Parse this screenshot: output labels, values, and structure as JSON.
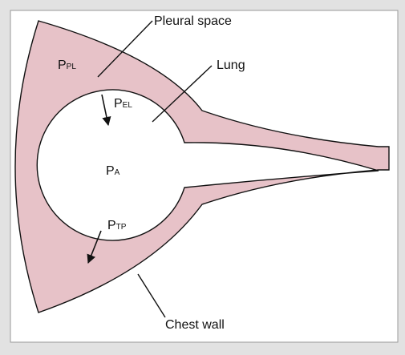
{
  "colors": {
    "background": "#e2e2e2",
    "panel": "#ffffff",
    "panel_border": "#9a9a9a",
    "tissue_fill": "#e7c2c8",
    "outline": "#111111"
  },
  "labels": {
    "pleural_space": "Pleural space",
    "lung": "Lung",
    "chest_wall": "Chest wall"
  },
  "symbols": {
    "p_pl": {
      "main": "P",
      "sub": "PL"
    },
    "p_el": {
      "main": "P",
      "sub": "EL"
    },
    "p_a": {
      "main": "P",
      "sub": "A"
    },
    "p_tp": {
      "main": "P",
      "sub": "TP"
    }
  }
}
